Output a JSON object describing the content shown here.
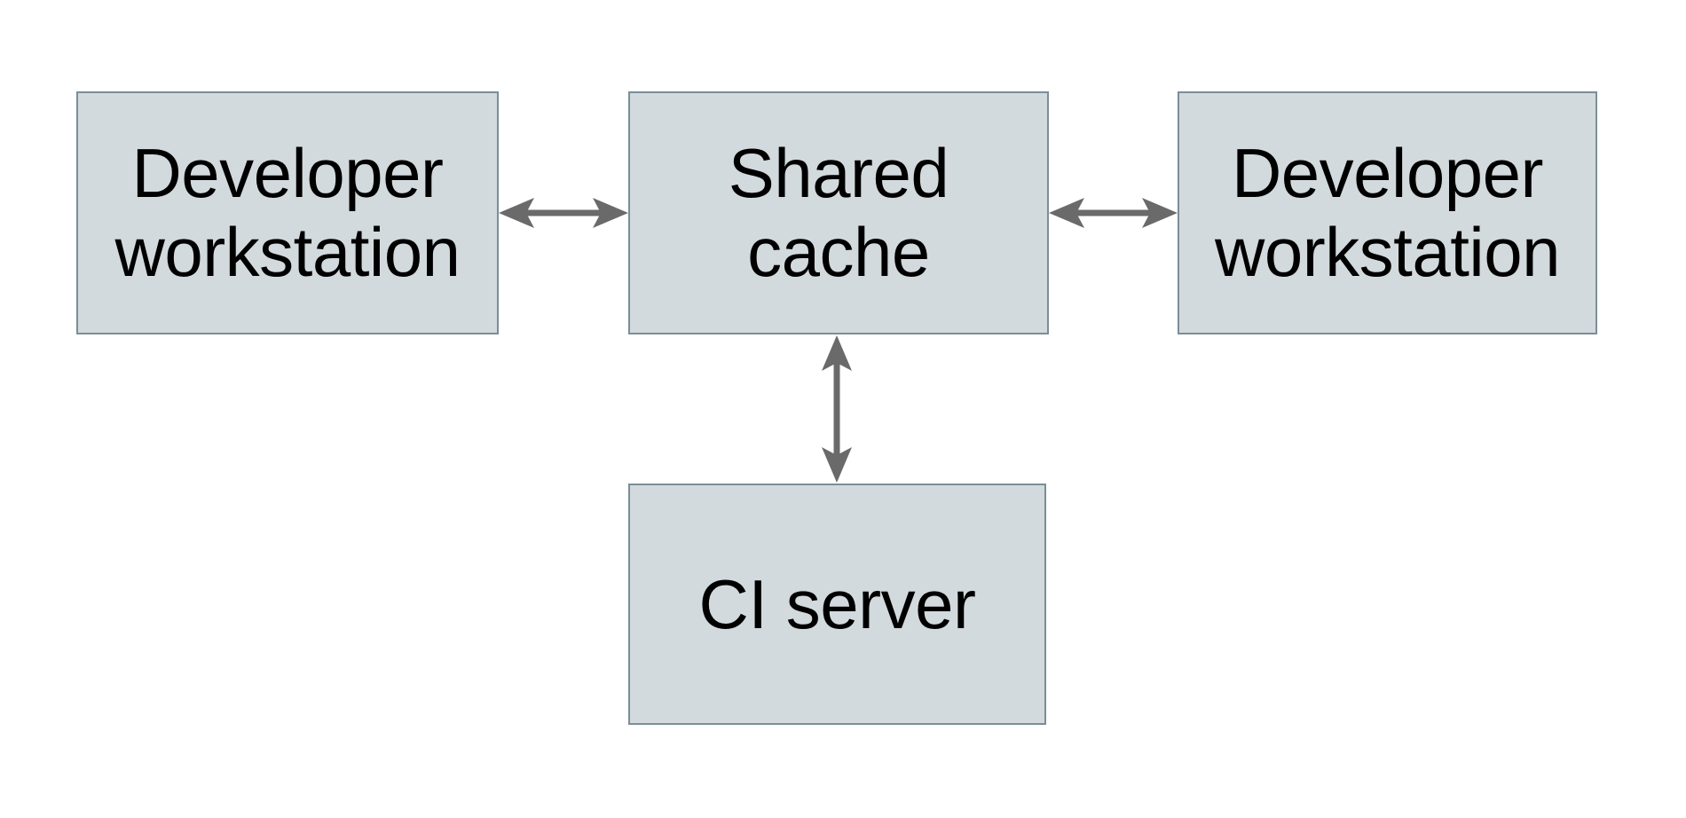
{
  "colors": {
    "background": "#ffffff",
    "box_fill": "#d3dadd",
    "box_border": "#7a8e98",
    "arrow": "#6a6a6a",
    "text": "#000000"
  },
  "diagram": {
    "type": "architecture-diagram",
    "nodes": [
      {
        "id": "developer-workstation-left",
        "label": "Developer workstation",
        "line1": "Developer",
        "line2": "workstation"
      },
      {
        "id": "shared-cache",
        "label": "Shared cache",
        "line1": "Shared",
        "line2": "cache"
      },
      {
        "id": "developer-workstation-right",
        "label": "Developer workstation",
        "line1": "Developer",
        "line2": "workstation"
      },
      {
        "id": "ci-server",
        "label": "CI server",
        "line1": "CI server",
        "line2": ""
      }
    ],
    "edges": [
      {
        "from": "developer-workstation-left",
        "to": "shared-cache",
        "direction": "bidirectional",
        "orientation": "horizontal"
      },
      {
        "from": "shared-cache",
        "to": "developer-workstation-right",
        "direction": "bidirectional",
        "orientation": "horizontal"
      },
      {
        "from": "shared-cache",
        "to": "ci-server",
        "direction": "bidirectional",
        "orientation": "vertical"
      }
    ]
  }
}
